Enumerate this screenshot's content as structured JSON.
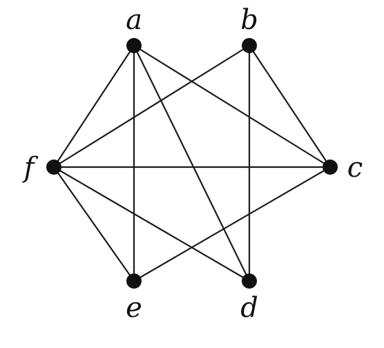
{
  "graph": {
    "nodes": [
      {
        "id": "a",
        "label": "a"
      },
      {
        "id": "b",
        "label": "b"
      },
      {
        "id": "c",
        "label": "c"
      },
      {
        "id": "d",
        "label": "d"
      },
      {
        "id": "e",
        "label": "e"
      },
      {
        "id": "f",
        "label": "f"
      }
    ],
    "edges": [
      [
        "a",
        "f"
      ],
      [
        "a",
        "e"
      ],
      [
        "a",
        "d"
      ],
      [
        "a",
        "c"
      ],
      [
        "b",
        "f"
      ],
      [
        "b",
        "c"
      ],
      [
        "b",
        "d"
      ],
      [
        "f",
        "c"
      ],
      [
        "f",
        "e"
      ],
      [
        "f",
        "d"
      ],
      [
        "e",
        "c"
      ]
    ],
    "colors": {
      "edge": "#1a1a1a",
      "node": "#111111",
      "label": "#111111"
    }
  }
}
